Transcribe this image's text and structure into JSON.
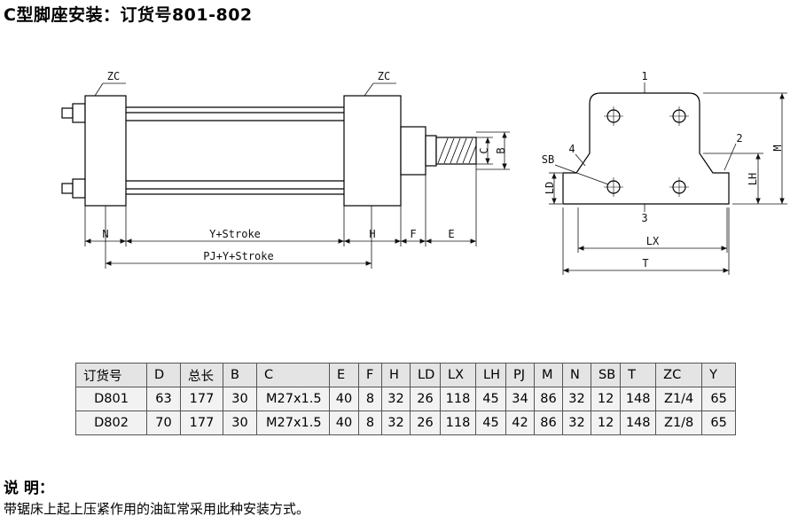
{
  "page": {
    "title": "C型脚座安装：订货号801-802",
    "note_heading": "说 明：",
    "note_body": "带锯床上起上压紧作用的油缸常采用此种安装方式。"
  },
  "side_view": {
    "labels": {
      "zc_left": "ZC",
      "zc_right": "ZC",
      "n": "N",
      "y_stroke": "Y+Stroke",
      "h": "H",
      "f": "F",
      "e": "E",
      "pj": "PJ+Y+Stroke",
      "c": "C",
      "b": "B"
    }
  },
  "front_view": {
    "labels": {
      "p1": "1",
      "p2": "2",
      "p3": "3",
      "p4": "4",
      "sb": "SB",
      "ld": "LD",
      "lh": "LH",
      "m": "M",
      "lx": "LX",
      "t": "T"
    }
  },
  "table": {
    "headers": [
      "订货号",
      "D",
      "总长",
      "B",
      "C",
      "E",
      "F",
      "H",
      "LD",
      "LX",
      "LH",
      "PJ",
      "M",
      "N",
      "SB",
      "T",
      "ZC",
      "Y"
    ],
    "rows": [
      [
        "D801",
        "63",
        "177",
        "30",
        "M27x1.5",
        "40",
        "8",
        "32",
        "26",
        "118",
        "45",
        "34",
        "86",
        "32",
        "12",
        "148",
        "Z1/4",
        "65"
      ],
      [
        "D802",
        "70",
        "177",
        "30",
        "M27x1.5",
        "40",
        "8",
        "32",
        "26",
        "118",
        "45",
        "42",
        "86",
        "32",
        "12",
        "148",
        "Z1/8",
        "65"
      ]
    ]
  },
  "colors": {
    "line": "#111111",
    "table_header_bg": "#e4e4e4",
    "table_row_bg": "#f2f2f2"
  }
}
